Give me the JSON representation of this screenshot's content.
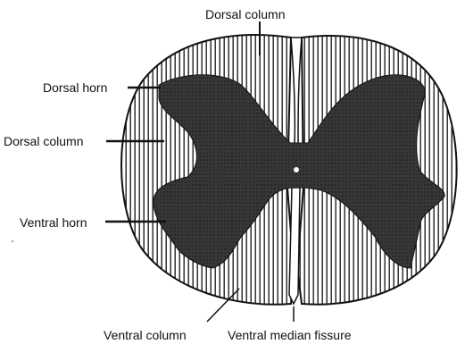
{
  "diagram": {
    "labels": {
      "dorsal_column_top": "Dorsal column",
      "dorsal_horn": "Dorsal horn",
      "dorsal_column_left": "Dorsal column",
      "ventral_horn": "Ventral horn",
      "ventral_column": "Ventral column",
      "ventral_median_fissure": "Ventral median fissure"
    },
    "colors": {
      "outline": "#111111",
      "hatch": "#222222",
      "gray_matter": "#2a2a2a",
      "gray_matter_light": "#4a4a4a",
      "background": "#ffffff"
    }
  }
}
